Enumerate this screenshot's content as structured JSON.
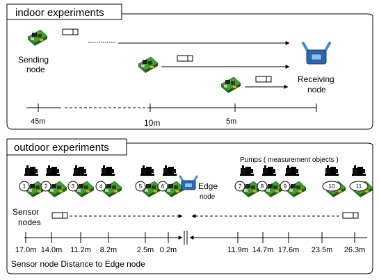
{
  "indoor": {
    "title": "indoor experiments",
    "sending_label_1": "Sending",
    "sending_label_2": "node",
    "receiving_label_1": "Receiving",
    "receiving_label_2": "node",
    "scale": {
      "far": "45m",
      "mid": "10m",
      "near": "5m"
    }
  },
  "outdoor": {
    "title": "outdoor experiments",
    "pumps_label": "Pumps ( measurement objects )",
    "edge_label_1": "Edge",
    "edge_label_2": "node",
    "sensor_label_1": "Sensor",
    "sensor_label_2": "nodes",
    "node_numbers": [
      "1",
      "2",
      "3",
      "4",
      "5",
      "6",
      "7",
      "8",
      "9",
      "10",
      "11"
    ],
    "distances": [
      "17.0m",
      "14.0m",
      "11.2m",
      "8.2m",
      "2.5m",
      "0.2m",
      "11.9m",
      "14.7m",
      "17.6m",
      "23.5m",
      "26.3m"
    ],
    "caption": "Sensor node Distance to Edge node"
  }
}
